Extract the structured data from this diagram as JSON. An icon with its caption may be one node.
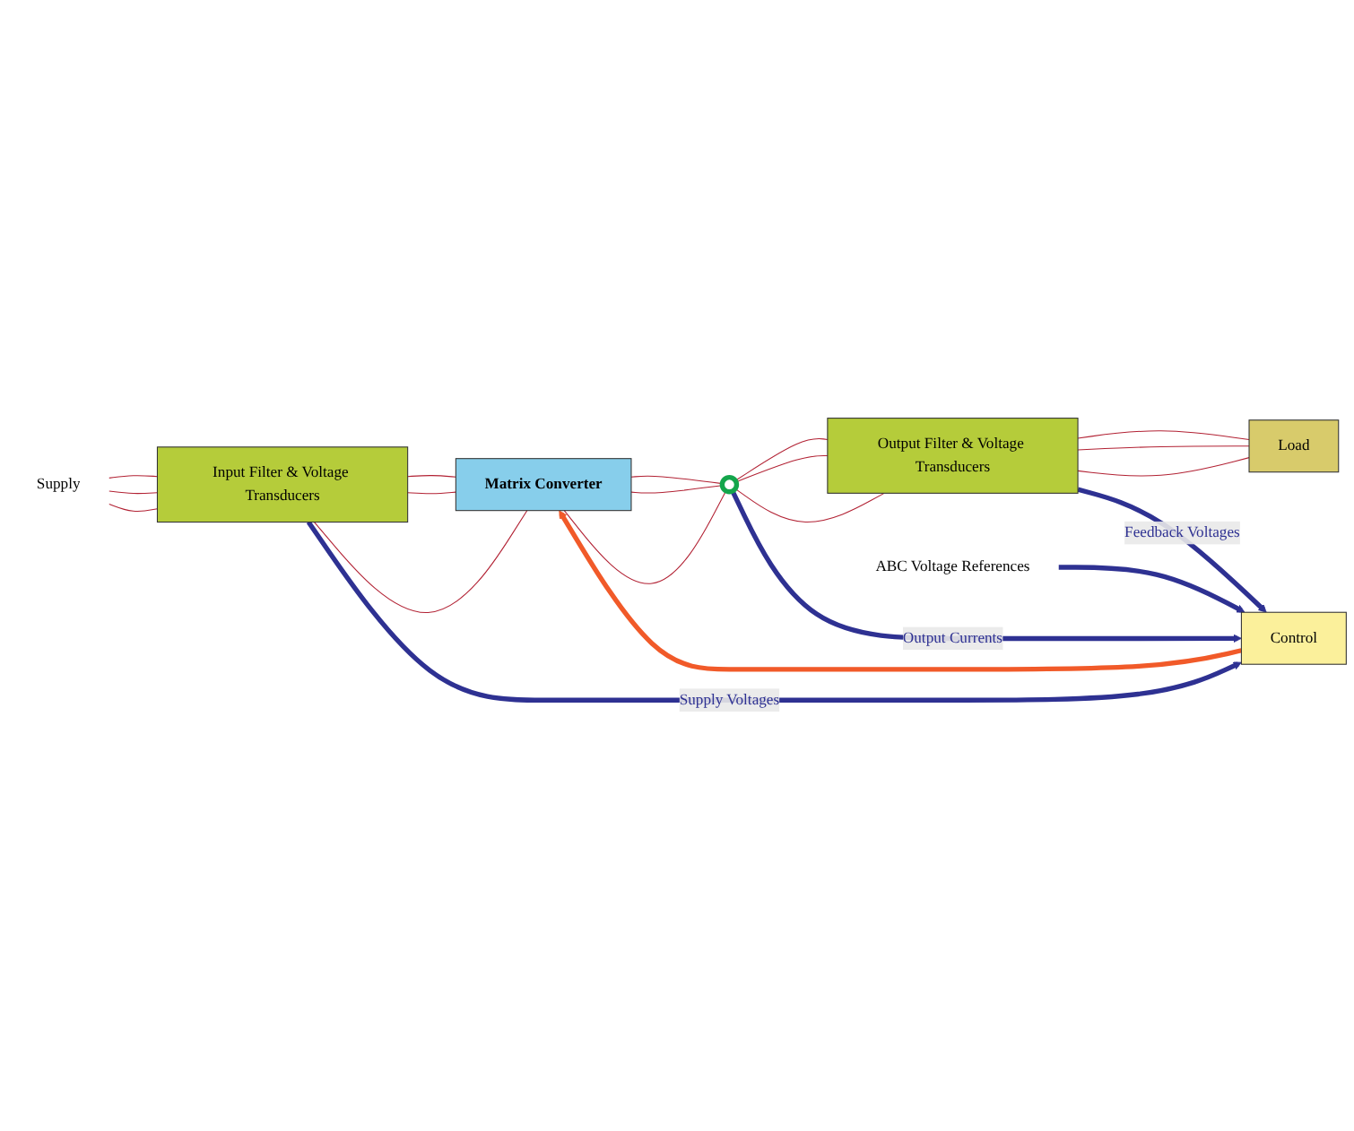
{
  "diagram": {
    "nodes": [
      {
        "text": [
          "Supply"
        ]
      },
      {
        "text": [
          "Input Filter & Voltage Transducers"
        ]
      },
      {
        "text": [
          "Matrix Converter"
        ]
      },
      {
        "text": [],
        "shape": "circle"
      },
      {
        "text": [
          "Output Filter & Voltage Transducers"
        ]
      },
      {
        "text": [
          "Load"
        ]
      },
      {
        "text": [
          "Control"
        ]
      },
      {
        "text": [
          "ABC Voltage References"
        ]
      }
    ],
    "edges": [
      {
        "from": 0,
        "to": 1,
        "arrow": "none",
        "color": "#b22234"
      },
      {
        "from": 0,
        "to": 1,
        "arrow": "none",
        "color": "#b22234"
      },
      {
        "from": 0,
        "to": 1,
        "arrow": "none",
        "color": "#b22234"
      },
      {
        "from": 1,
        "to": 2,
        "arrow": "none",
        "color": "#b22234"
      },
      {
        "from": 1,
        "to": 2,
        "arrow": "none",
        "color": "#b22234"
      },
      {
        "from": 1,
        "to": 2,
        "arrow": "none",
        "color": "#b22234"
      },
      {
        "from": 2,
        "to": 3,
        "arrow": "none",
        "color": "#b22234"
      },
      {
        "from": 2,
        "to": 3,
        "arrow": "none",
        "color": "#b22234"
      },
      {
        "from": 2,
        "to": 3,
        "arrow": "none",
        "color": "#b22234"
      },
      {
        "from": 3,
        "to": 4,
        "arrow": "none",
        "color": "#b22234"
      },
      {
        "from": 3,
        "to": 4,
        "arrow": "none",
        "color": "#b22234"
      },
      {
        "from": 3,
        "to": 4,
        "arrow": "none",
        "color": "#b22234"
      },
      {
        "from": 4,
        "to": 5,
        "arrow": "none",
        "color": "#b22234"
      },
      {
        "from": 4,
        "to": 5,
        "arrow": "none",
        "color": "#b22234"
      },
      {
        "from": 4,
        "to": 5,
        "arrow": "none",
        "color": "#b22234"
      },
      {
        "from": 1,
        "to": 6,
        "arrow": "to",
        "label": "Supply Voltages",
        "style": "thick",
        "color": "#2e3192"
      },
      {
        "from": 3,
        "to": 6,
        "arrow": "to",
        "label": "Output Currents",
        "style": "thick",
        "color": "#2e3192"
      },
      {
        "from": 4,
        "to": 6,
        "arrow": "to",
        "label": "Feedback Voltages",
        "style": "thick",
        "color": "#2e3192"
      },
      {
        "from": 7,
        "to": 6,
        "arrow": "to",
        "style": "thick",
        "color": "#2e3192"
      },
      {
        "from": 6,
        "to": 2,
        "arrow": "to",
        "style": "thick",
        "color": "#f15a29"
      }
    ]
  }
}
